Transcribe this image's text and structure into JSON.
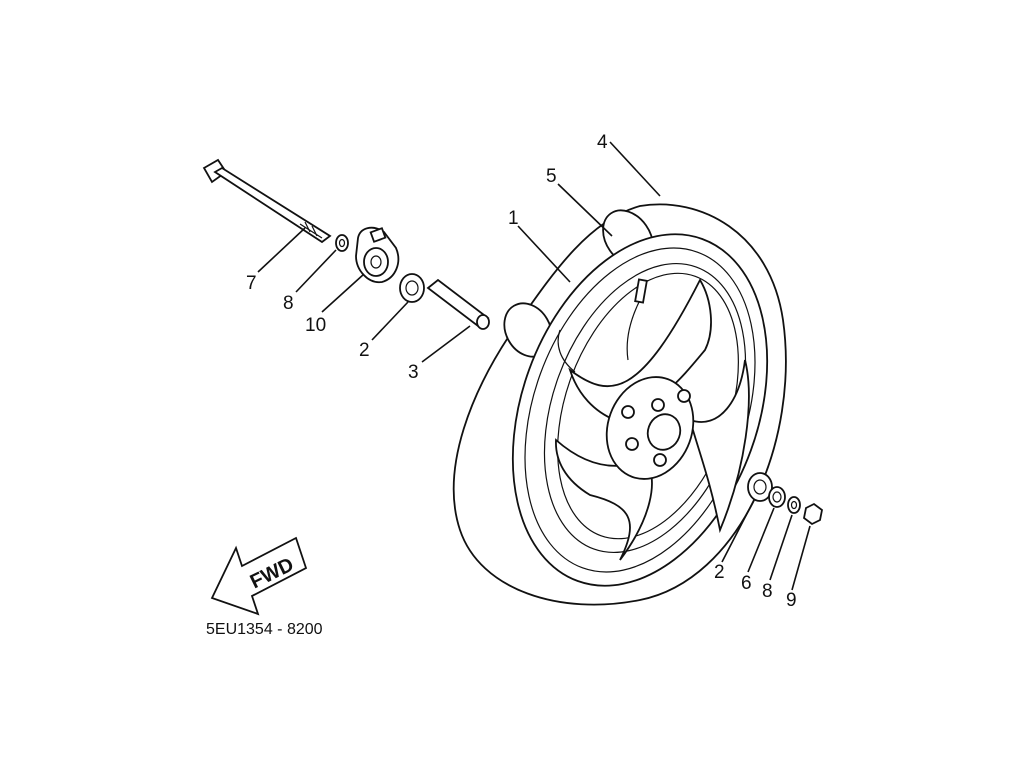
{
  "diagram": {
    "part_code": "5EU1354 - 8200",
    "fwd_label": "FWD",
    "callouts": {
      "c1": "1",
      "c2a": "2",
      "c2b": "2",
      "c3": "3",
      "c4": "4",
      "c5": "5",
      "c6": "6",
      "c7": "7",
      "c8a": "8",
      "c8b": "8",
      "c9": "9",
      "c10": "10"
    }
  }
}
